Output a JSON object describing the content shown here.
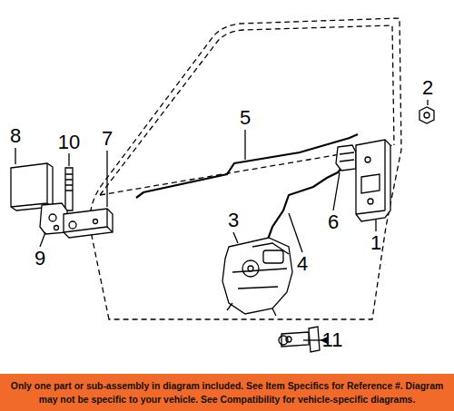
{
  "diagram": {
    "nodes": [
      {
        "text": [
          "Only one part or sub-assembly in diagram included. See Item Specifics for Reference #. Diagram may not be specific to your vehicle. See Compatibility for vehicle-specific diagrams."
        ]
      }
    ],
    "labels": [
      "8",
      "10",
      "7",
      "5",
      "2",
      "3",
      "4",
      "6",
      "1",
      "9",
      "11"
    ]
  }
}
